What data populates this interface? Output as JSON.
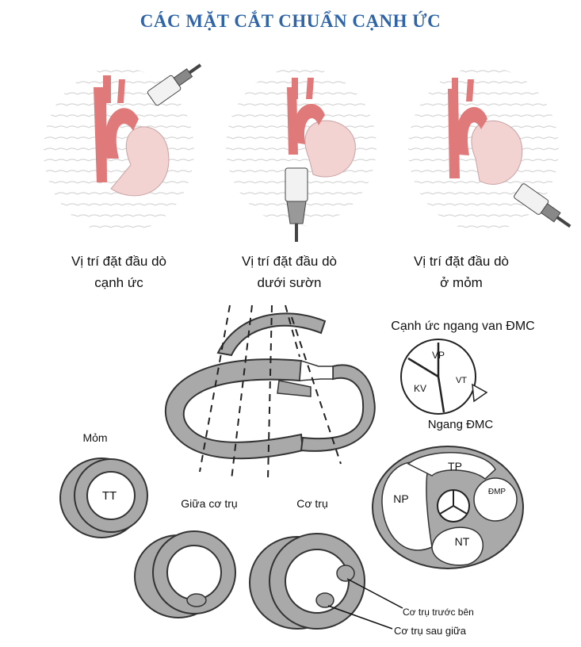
{
  "title": "CÁC MẶT CẮT CHUẨN CẠNH ỨC",
  "probe_positions": [
    {
      "line1": "Vị trí đặt đầu dò",
      "line2": "cạnh ức"
    },
    {
      "line1": "Vị trí đặt đầu dò",
      "line2": "dưới sườn"
    },
    {
      "line1": "Vị trí đặt đầu dò",
      "line2": "ở mỏm"
    }
  ],
  "views": {
    "aortic_valve_title": "Cạnh ức ngang van ĐMC",
    "aortic_valve_cusps": {
      "vp": "VP",
      "vt": "VT",
      "kv": "KV"
    },
    "aortic_level_title": "Ngang ĐMC",
    "aortic_level_chambers": {
      "tp": "TP",
      "np": "NP",
      "nt": "NT",
      "dmp": "ĐMP"
    },
    "apex_title": "Mỏm",
    "apex_cavity": "TT",
    "mid_papillary_title": "Giữa cơ trụ",
    "papillary_title": "Cơ trụ",
    "anterolateral_papillary": "Cơ trụ trước bên",
    "posteromedial_papillary": "Cơ trụ sau giữa"
  },
  "colors": {
    "title": "#2f64a8",
    "vessel_red": "#e07a7a",
    "heart_pink": "#f3d2d2",
    "tissue_gray": "#a9a9a9",
    "outline": "#333333"
  }
}
